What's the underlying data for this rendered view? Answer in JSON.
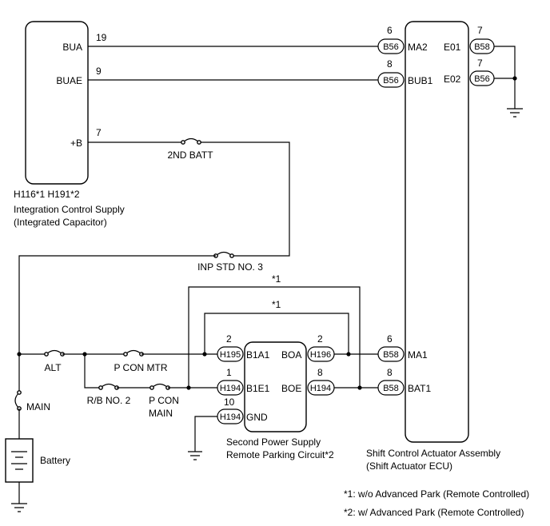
{
  "ics": {
    "pins": {
      "bua": "BUA",
      "buae": "BUAE",
      "plusb": "+B"
    },
    "pin_numbers": {
      "bua": "19",
      "buae": "9",
      "plusb": "7"
    },
    "connector_label": "H116*1 H191*2",
    "name_line1": "Integration Control Supply",
    "name_line2": "(Integrated Capacitor)"
  },
  "sca": {
    "pins": {
      "ma2": "MA2",
      "bub1": "BUB1",
      "e01": "E01",
      "e02": "E02",
      "ma1": "MA1",
      "bat1": "BAT1"
    },
    "pin_numbers": {
      "ma2": "6",
      "bub1": "8",
      "e01": "7",
      "e02": "7",
      "ma1": "6",
      "bat1": "8"
    },
    "name_line1": "Shift Control Actuator Assembly",
    "name_line2": "(Shift Actuator ECU)"
  },
  "rpc": {
    "pins": {
      "b1a1": "B1A1",
      "b1e1": "B1E1",
      "gnd": "GND",
      "boa": "BOA",
      "boe": "BOE"
    },
    "pin_numbers": {
      "b1a1": "2",
      "b1e1": "1",
      "gnd": "10",
      "boa": "2",
      "boe": "8"
    },
    "name_line1": "Second Power Supply",
    "name_line2": "Remote Parking Circuit*2"
  },
  "connectors": {
    "b56_ma2": "B56",
    "b56_bub1": "B56",
    "b58_e01": "B58",
    "b58_e02": "B56",
    "b58_ma1": "B58",
    "b58_bat1": "B58",
    "h195": "H195",
    "h194_b1e1": "H194",
    "h194_gnd": "H194",
    "h196": "H196",
    "h194_boe": "H194"
  },
  "fuses": {
    "batt2": "2ND BATT",
    "inp_std": "INP STD NO. 3",
    "alt": "ALT",
    "pcon_mtr": "P CON MTR",
    "rb2": "R/B NO. 2",
    "pcon_main_1": "P CON",
    "pcon_main_2": "MAIN",
    "main": "MAIN"
  },
  "battery_label": "Battery",
  "bypass_notes": {
    "outer": "*1",
    "inner": "*1"
  },
  "footnotes": {
    "note1": "*1: w/o Advanced Park (Remote Controlled)",
    "note2": "*2: w/ Advanced Park (Remote Controlled)"
  }
}
